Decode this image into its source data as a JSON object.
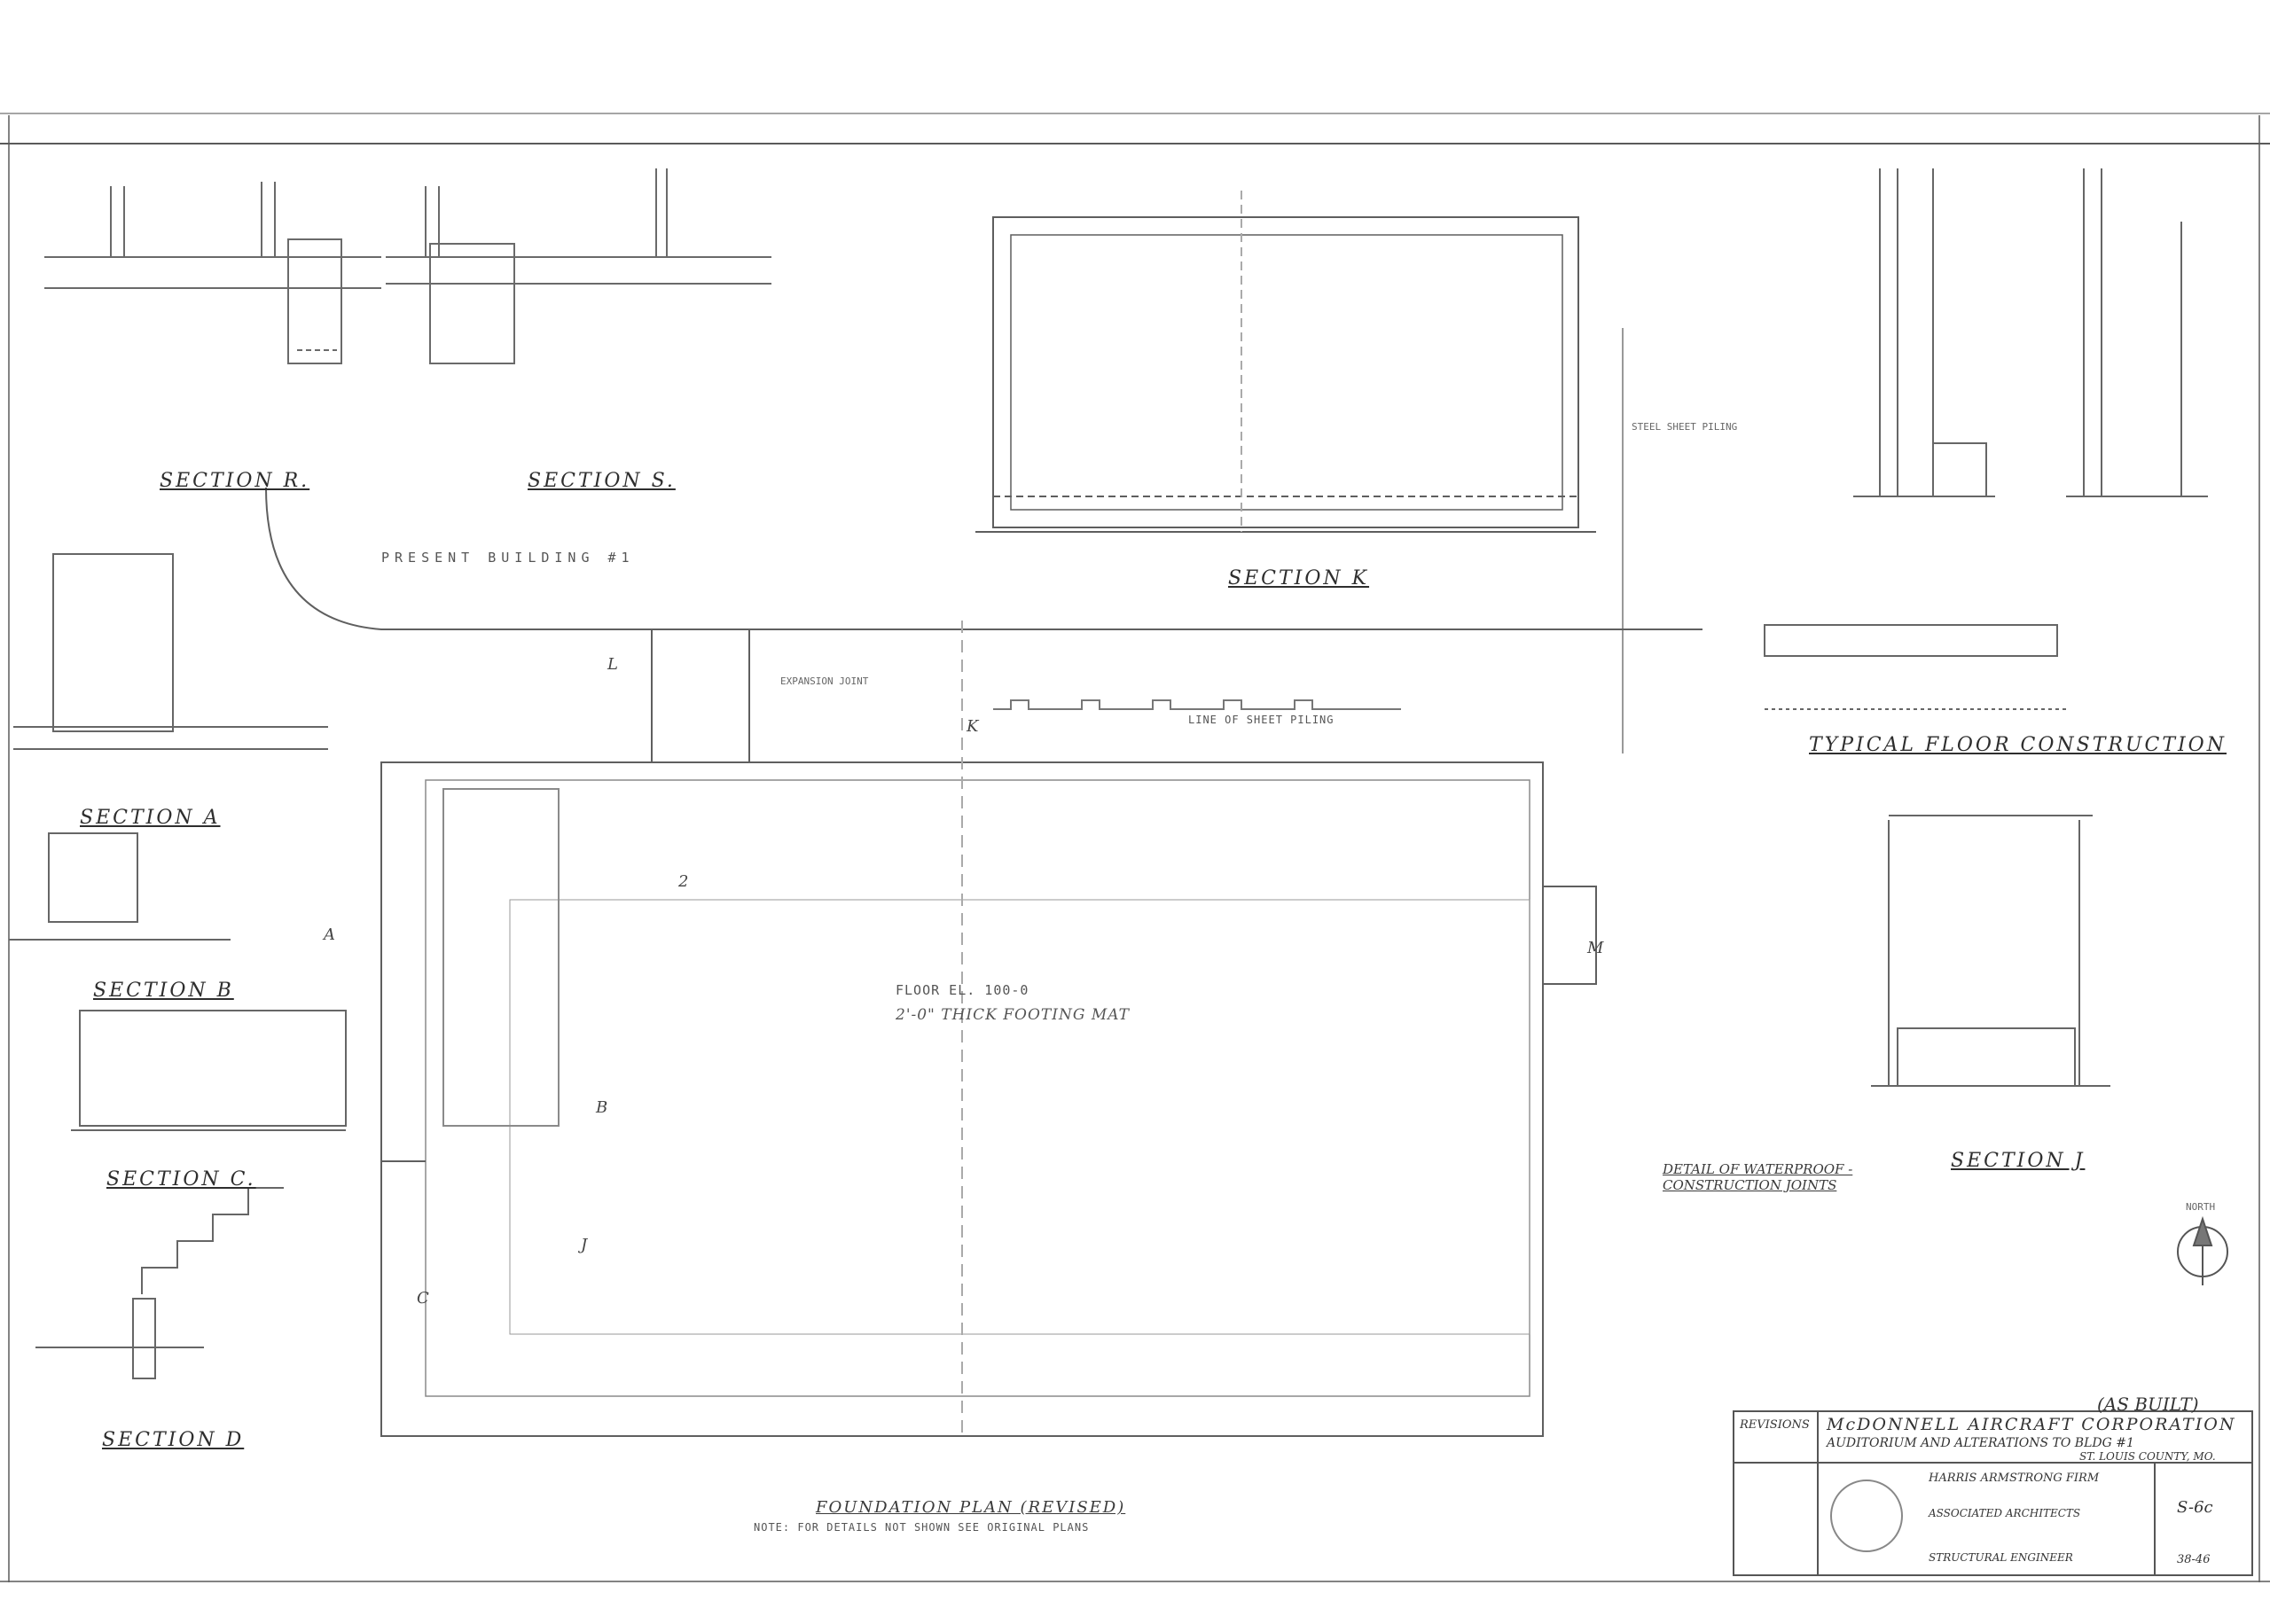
{
  "sections": {
    "r": "SECTION R.",
    "s": "SECTION S.",
    "k": "SECTION K",
    "a": "SECTION A",
    "b": "SECTION B",
    "c": "SECTION C.",
    "d": "SECTION D",
    "j": "SECTION J",
    "typical_floor": "TYPICAL FLOOR CONSTRUCTION",
    "waterproof": "DETAIL OF WATERPROOF - CONSTRUCTION JOINTS"
  },
  "plan": {
    "present_building": "PRESENT BUILDING #1",
    "line_sheet_piling": "LINE OF SHEET PILING",
    "floor_el": "FLOOR EL. 100-0",
    "mat": "2'-0\" THICK FOOTING MAT",
    "expansion_joint": "EXPANSION JOINT",
    "sheet_piling": "STEEL SHEET PILING",
    "title": "FOUNDATION PLAN (REVISED)",
    "note": "NOTE: FOR DETAILS NOT SHOWN SEE ORIGINAL PLANS",
    "markers": [
      "A",
      "B",
      "C",
      "J",
      "K",
      "M",
      "2",
      "L"
    ]
  },
  "title_block": {
    "as_built": "(AS BUILT)",
    "revisions": "REVISIONS",
    "company": "McDONNELL AIRCRAFT CORPORATION",
    "project": "AUDITORIUM AND ALTERATIONS TO BLDG #1",
    "location": "ST. LOUIS COUNTY, MO.",
    "architect": "HARRIS ARMSTRONG FIRM",
    "architects_label": "ASSOCIATED ARCHITECTS",
    "engineer_label": "STRUCTURAL ENGINEER",
    "sheet_no": "S-6c",
    "sheet_total": "38-46"
  },
  "north": "NORTH",
  "colors": {
    "ink": "#3a3a3a",
    "line": "#6b6b6b",
    "faint": "#a8a8a8"
  }
}
